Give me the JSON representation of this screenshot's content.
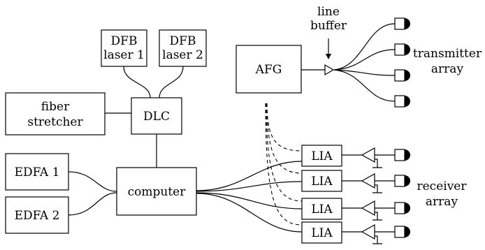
{
  "blocks": {
    "dfb1": [
      "DFB",
      "laser 1"
    ],
    "dfb2": [
      "DFB",
      "laser 2"
    ],
    "fiber_stretcher": [
      "fiber",
      "stretcher"
    ],
    "dlc": "DLC",
    "afg": "AFG",
    "edfa1": "EDFA 1",
    "edfa2": "EDFA 2",
    "computer": "computer",
    "lia": [
      "LIA",
      "LIA",
      "LIA",
      "LIA"
    ]
  },
  "annotations": {
    "line_buffer": [
      "line",
      "buffer"
    ],
    "transmitter_array": [
      "transmitter",
      "array"
    ],
    "receiver_array": [
      "receiver",
      "array"
    ]
  },
  "icons": {
    "photodetector": "photodetector-icon",
    "amplifier": "amplifier-triangle-icon",
    "ground": "ground-icon"
  },
  "colors": {
    "line": "#000000",
    "background": "#ffffff"
  }
}
